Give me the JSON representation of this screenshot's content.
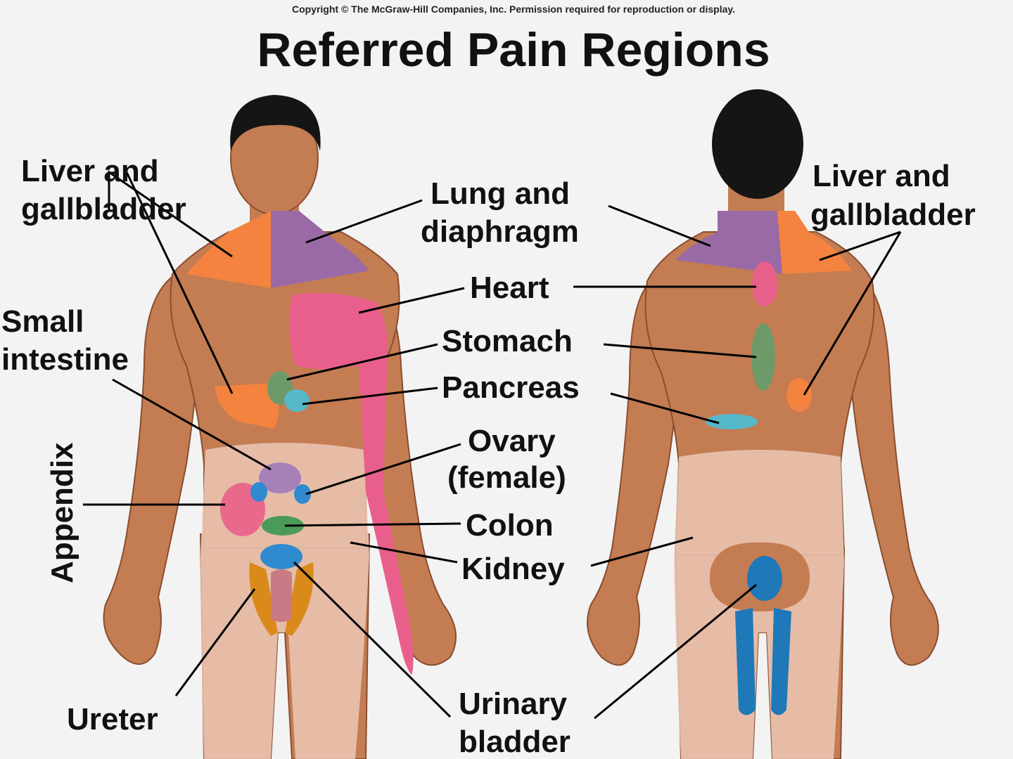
{
  "copyright": "Copyright © The McGraw-Hill Companies, Inc. Permission required for reproduction or display.",
  "title": "Referred Pain Regions",
  "labels": {
    "liver_front_1": "Liver and",
    "liver_front_2": "gallbladder",
    "lung_1": "Lung and",
    "lung_2": "diaphragm",
    "liver_back_1": "Liver and",
    "liver_back_2": "gallbladder",
    "small_int_1": "Small",
    "small_int_2": "intestine",
    "heart": "Heart",
    "stomach": "Stomach",
    "pancreas": "Pancreas",
    "appendix": "Appendix",
    "ovary_1": "Ovary",
    "ovary_2": "(female)",
    "colon": "Colon",
    "kidney": "Kidney",
    "ureter": "Ureter",
    "bladder_1": "Urinary",
    "bladder_2": "bladder"
  },
  "colors": {
    "background": "#f3f3f3",
    "skin": "#c47c52",
    "skin_dark": "#9e5a38",
    "hair": "#151515",
    "underwear": "#ecc8b6",
    "liver_gallbladder": "#f3833f",
    "lung_diaphragm": "#9a6aa6",
    "heart": "#e95f8b",
    "stomach": "#6e9a6a",
    "pancreas": "#55b9c9",
    "small_intestine": "#a681b8",
    "appendix": "#e95f8b",
    "ovary": "#2f8ad0",
    "colon": "#4a9a5a",
    "kidney": "#2f8ad0",
    "ureter": "#d98a1a",
    "urinary_bladder": "#1f78b8"
  }
}
